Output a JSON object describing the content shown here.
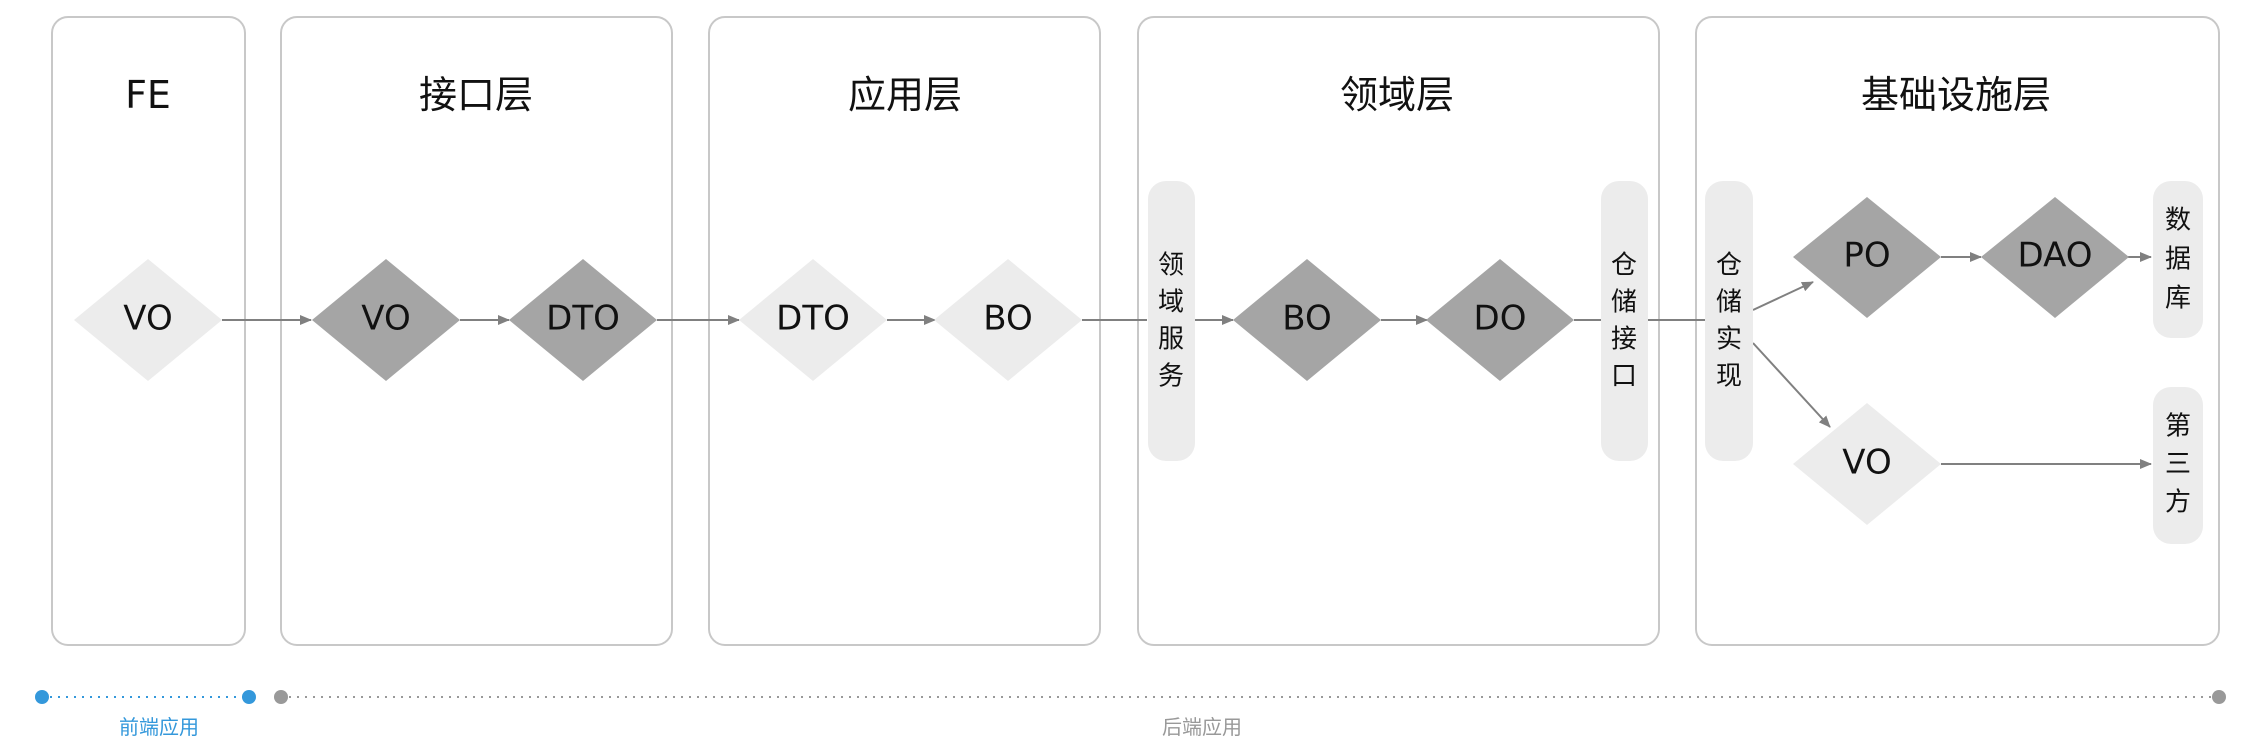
{
  "lanes": [
    {
      "title": "FE"
    },
    {
      "title": "接口层"
    },
    {
      "title": "应用层"
    },
    {
      "title": "领域层"
    },
    {
      "title": "基础设施层"
    }
  ],
  "nodes": {
    "fe_vo": "VO",
    "api_vo": "VO",
    "api_dto": "DTO",
    "app_dto": "DTO",
    "app_bo": "BO",
    "domain_bo": "BO",
    "domain_do": "DO",
    "infra_po": "PO",
    "infra_dao": "DAO",
    "infra_vo": "VO"
  },
  "pills": {
    "domain_service": [
      "领",
      "域",
      "服",
      "务"
    ],
    "repository_interface": [
      "仓",
      "储",
      "接",
      "口"
    ],
    "repository_impl": [
      "仓",
      "储",
      "实",
      "现"
    ],
    "database": [
      "数",
      "据",
      "库"
    ],
    "third_party": [
      "第",
      "三",
      "方"
    ]
  },
  "footer": {
    "frontend_label": "前端应用",
    "backend_label": "后端应用"
  },
  "colors": {
    "lane_border": "#c8c8c8",
    "light_diamond": "#ececec",
    "dark_diamond": "#a5a5a5",
    "pill": "#ececec",
    "arrow": "#808080",
    "frontend_accent": "#3498db",
    "backend_accent": "#999999"
  }
}
